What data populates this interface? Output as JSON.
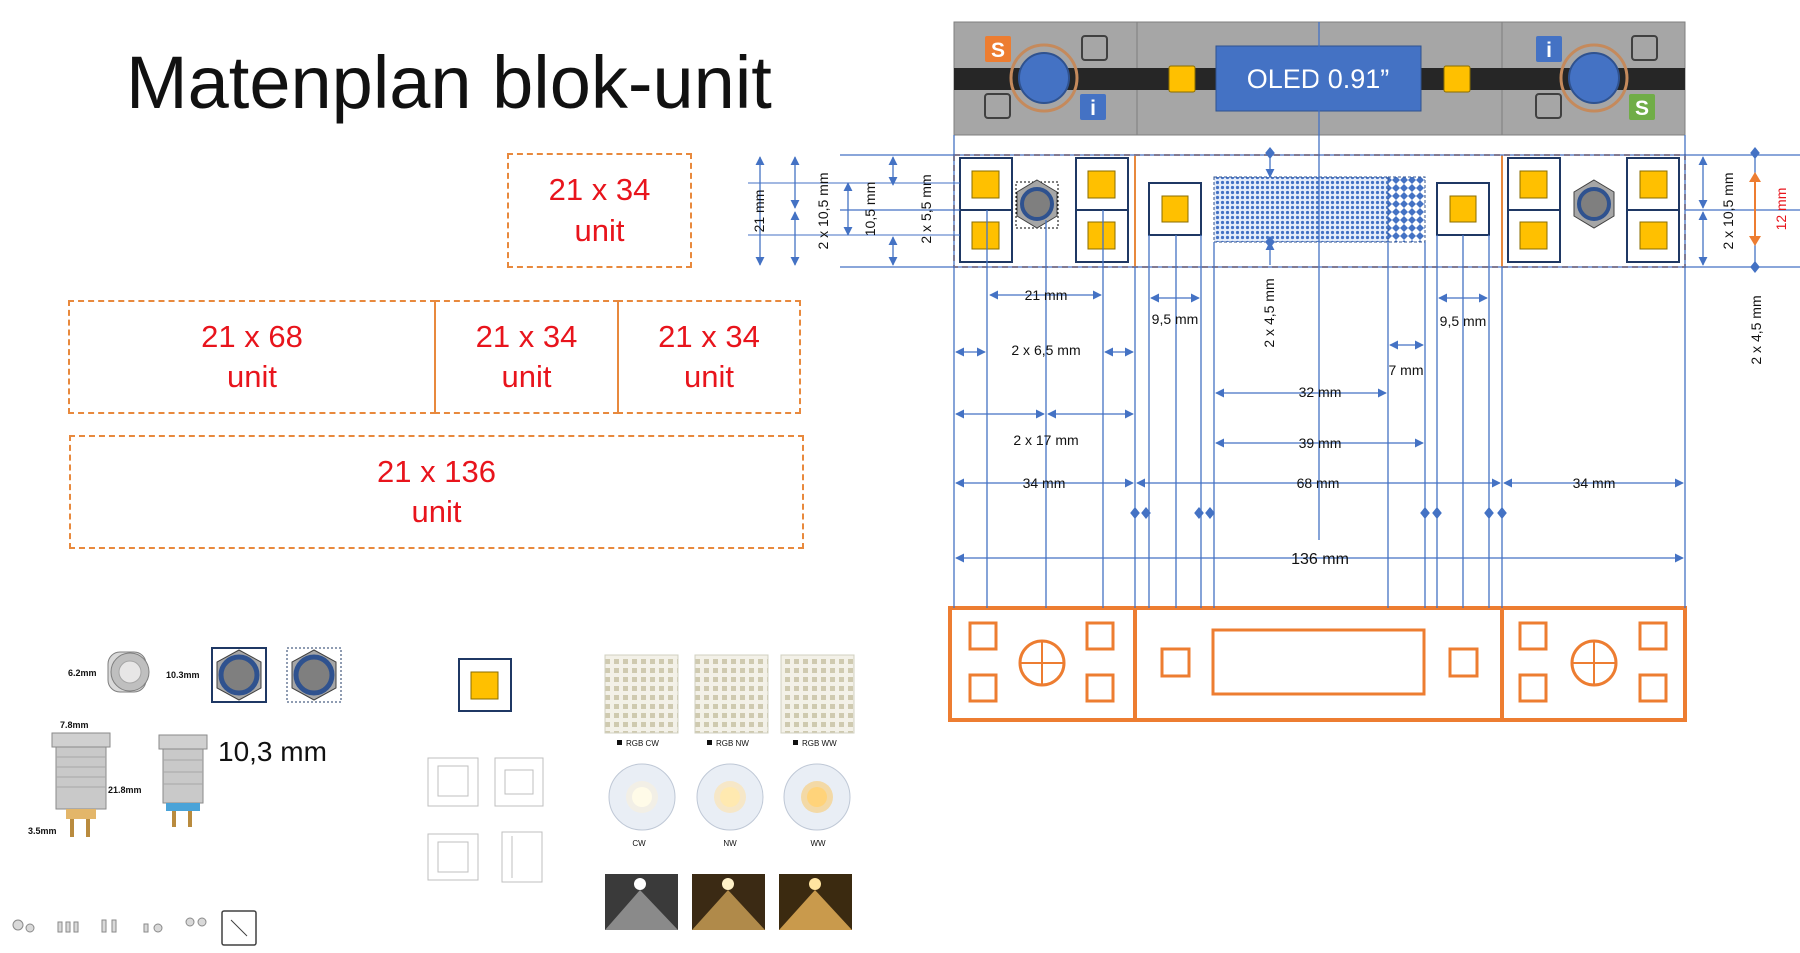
{
  "title": "Matenplan blok-unit",
  "units": {
    "u1": {
      "size": "21 x 34",
      "label": "unit"
    },
    "u2": {
      "size": "21 x 68",
      "label": "unit"
    },
    "u3": {
      "size": "21 x 34",
      "label": "unit"
    },
    "u4": {
      "size": "21 x 34",
      "label": "unit"
    },
    "u5": {
      "size": "21 x 136",
      "label": "unit"
    }
  },
  "top_panel": {
    "oled_label": "OLED 0.91”",
    "badge_s": "S",
    "badge_i": "i"
  },
  "dims": {
    "left_21": "21 mm",
    "left_2x105": "2 x 10,5 mm",
    "left_105": "10,5 mm",
    "left_2x55": "2 x 5,5 mm",
    "d_21": "21 mm",
    "d_2x65": "2 x 6,5 mm",
    "d_2x17": "2 x 17 mm",
    "d_34a": "34 mm",
    "d_95a": "9,5 mm",
    "d_95b": "9,5 mm",
    "d_2x45": "2 x 4,5 mm",
    "d_7": "7 mm",
    "d_32": "32 mm",
    "d_39": "39 mm",
    "d_68": "68 mm",
    "d_34b": "34 mm",
    "d_136": "136 mm",
    "right_2x105": "2 x 10,5 mm",
    "right_12": "12 mm",
    "right_2x45": "2 x 4,5 mm"
  },
  "parts": {
    "switch_height": "6.2mm",
    "switch_diam": "10.3mm",
    "switch_width": "7.8mm",
    "switch_length": "21.8mm",
    "switch_pin": "3.5mm",
    "switch_mount": "10,3 mm"
  },
  "leds": {
    "labels": [
      "RGB CW",
      "RGB NW",
      "RGB WW"
    ],
    "tones": [
      "CW",
      "NW",
      "WW"
    ]
  },
  "colors": {
    "orange": "#e8893d",
    "blue": "#4472c4",
    "red": "#e8141c",
    "yellow": "#ffc000",
    "panel_gray": "#a6a6a6"
  }
}
